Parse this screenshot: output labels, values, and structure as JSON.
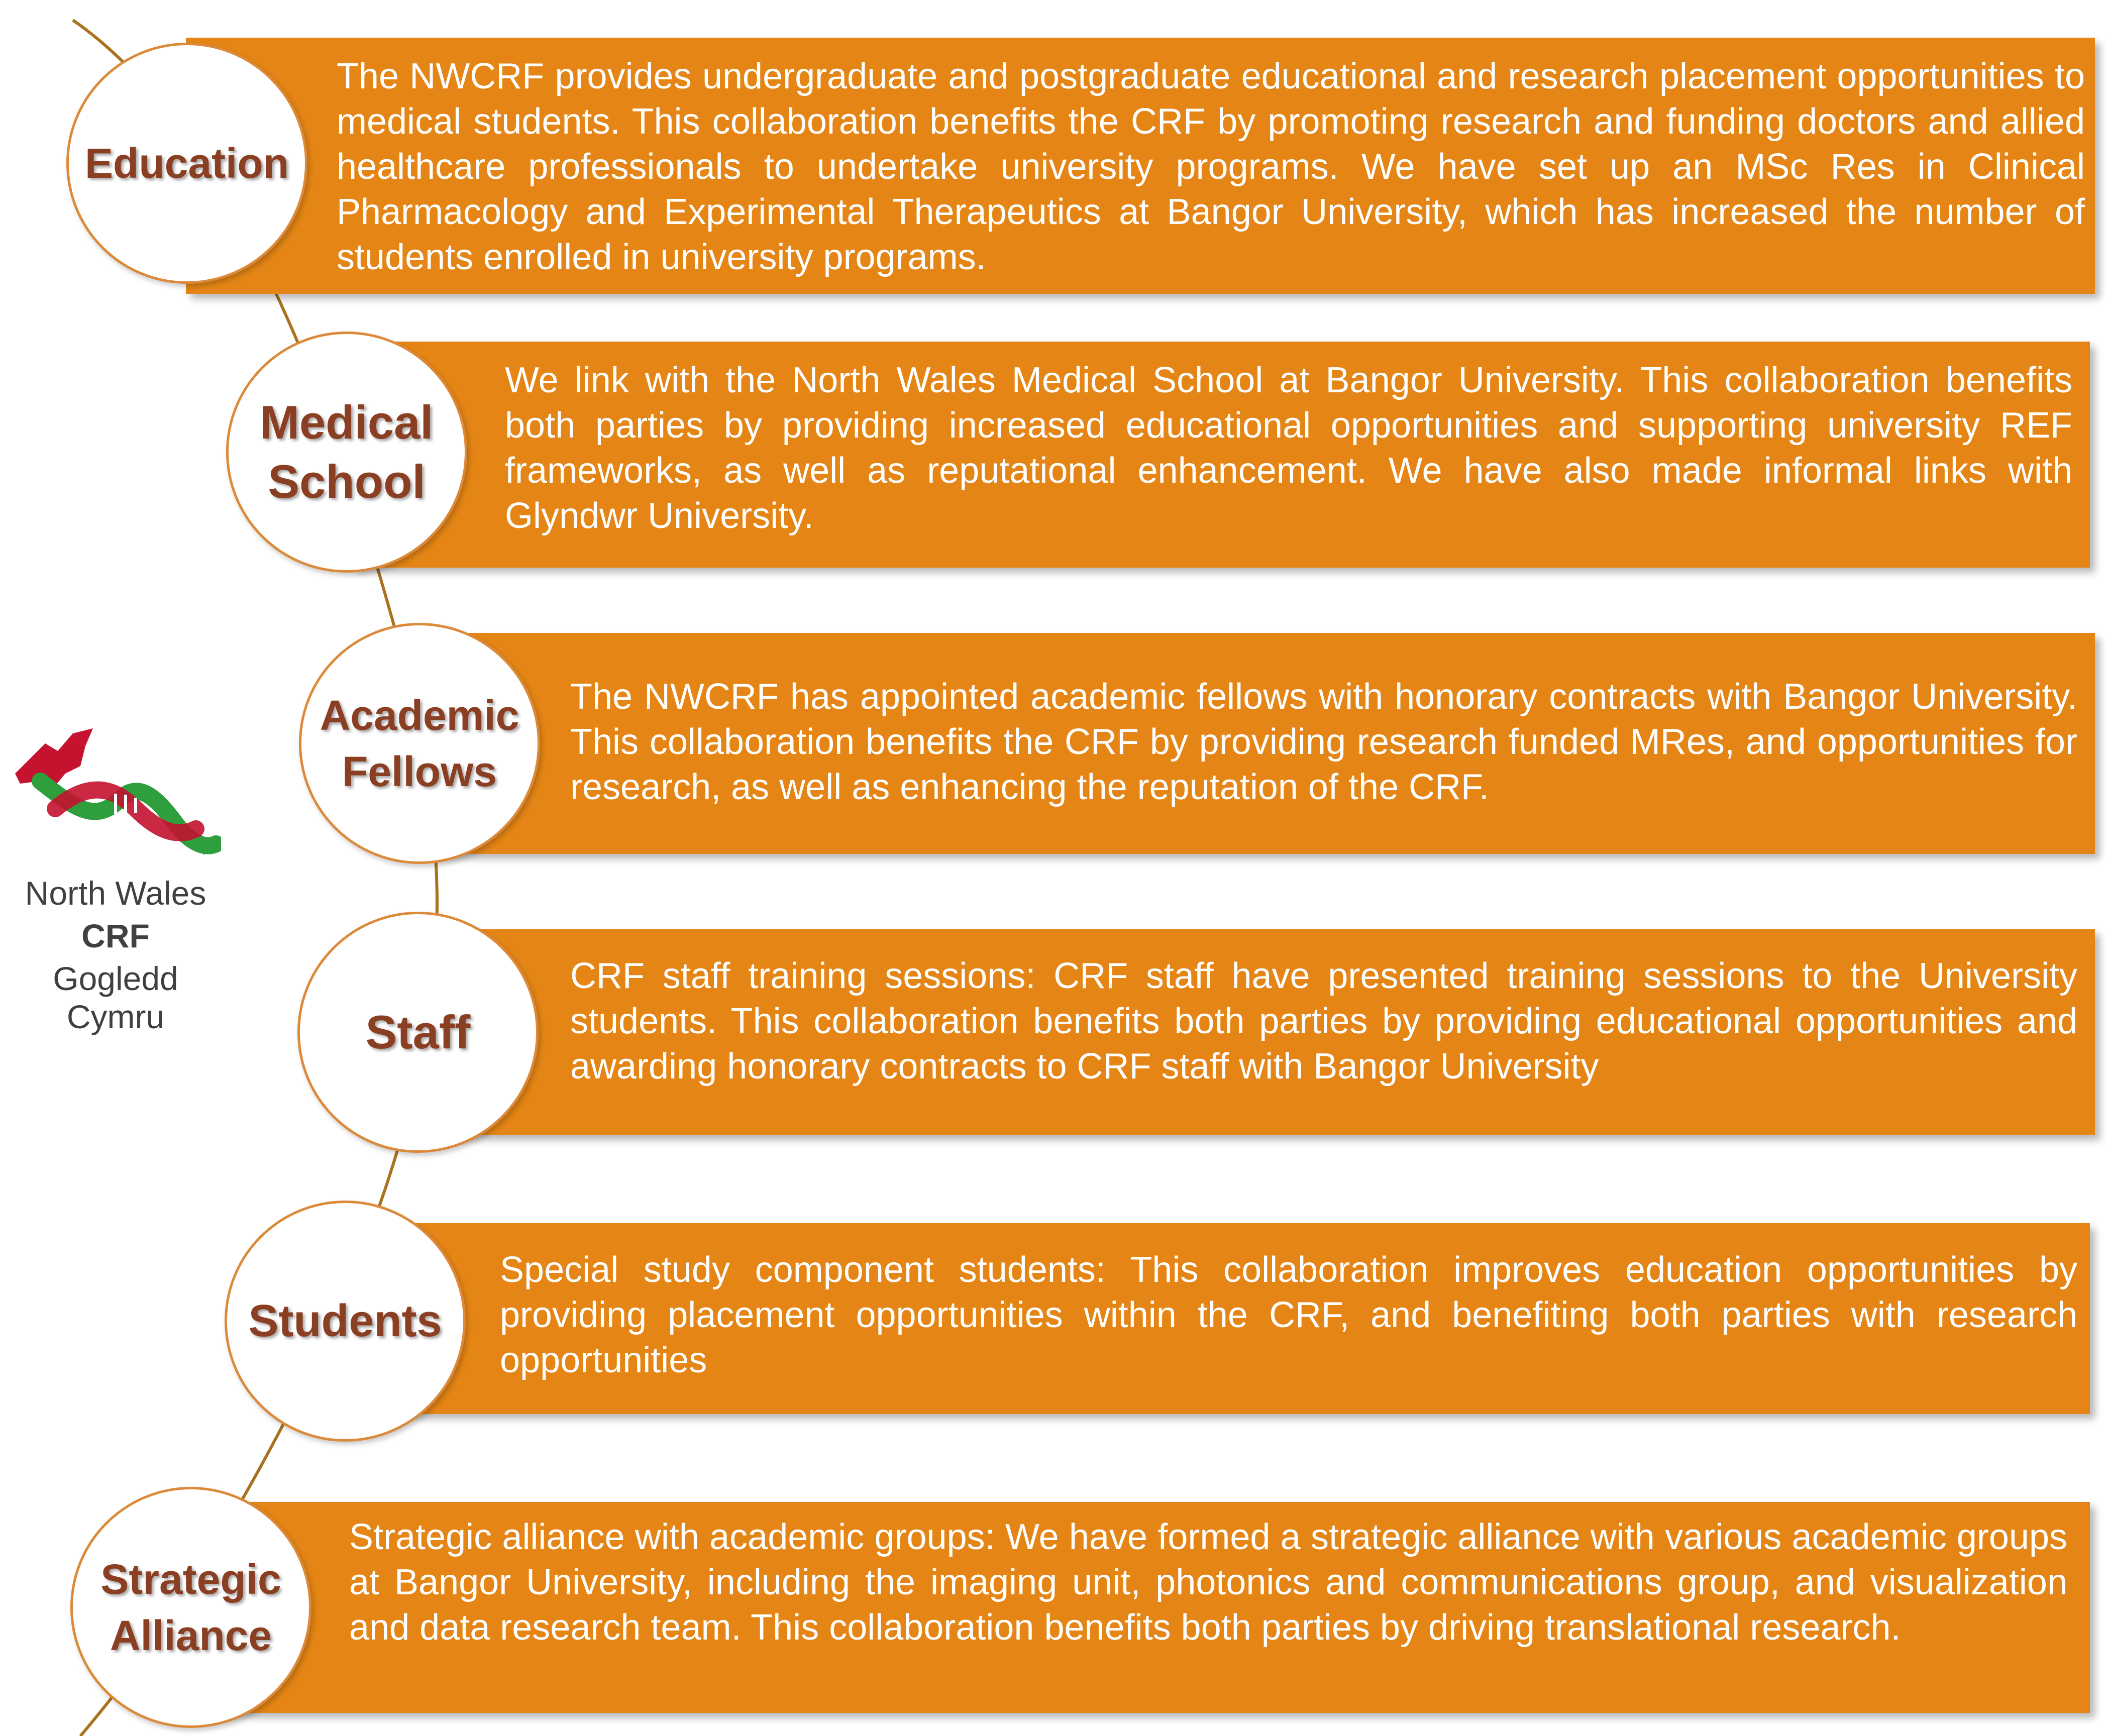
{
  "colors": {
    "panel": "#e48515",
    "label": "#8a3e22",
    "ring": "#dc8a3a",
    "connector": "#a8721f",
    "logo_text": "#404040",
    "logo_red": "#c4122f",
    "logo_green": "#2f9e3d"
  },
  "logo": {
    "icon": "welsh-dragon-dna-helix-icon",
    "line1": "North Wales",
    "line2": "CRF",
    "line3": "Gogledd Cymru"
  },
  "items": [
    {
      "label": "Education",
      "text": "The NWCRF provides undergraduate and postgraduate educational and research placement opportunities to medical students. This collaboration benefits the CRF by promoting research and funding doctors and allied healthcare professionals to undertake university programs. We have set up an MSc Res in Clinical Pharmacology and Experimental Therapeutics at Bangor University, which has increased the number of students enrolled in university programs."
    },
    {
      "label": "Medical\nSchool",
      "text": "We link with the North Wales Medical School at Bangor University. This collaboration benefits both parties by providing increased educational opportunities and supporting university REF frameworks, as well as reputational enhancement. We have also made informal links with Glyndwr University."
    },
    {
      "label": "Academic\nFellows",
      "text": "The NWCRF has appointed academic fellows with honorary contracts with Bangor University. This collaboration benefits the CRF by providing research funded MRes, and opportunities for research, as well as enhancing the reputation of the CRF."
    },
    {
      "label": "Staff",
      "text": "CRF staff training sessions: CRF staff have presented training sessions to the University students. This collaboration benefits both parties by providing educational opportunities and awarding honorary contracts to CRF staff with Bangor University"
    },
    {
      "label": "Students",
      "text": "Special study component students: This collaboration improves education opportunities by providing placement opportunities within the CRF, and benefiting both parties with research opportunities"
    },
    {
      "label": "Strategic\nAlliance",
      "text": "Strategic alliance with academic groups: We have formed a strategic alliance with various academic groups at Bangor University, including the imaging unit, photonics and communications group, and visualization and data research team. This collaboration benefits both parties by driving translational research."
    }
  ]
}
